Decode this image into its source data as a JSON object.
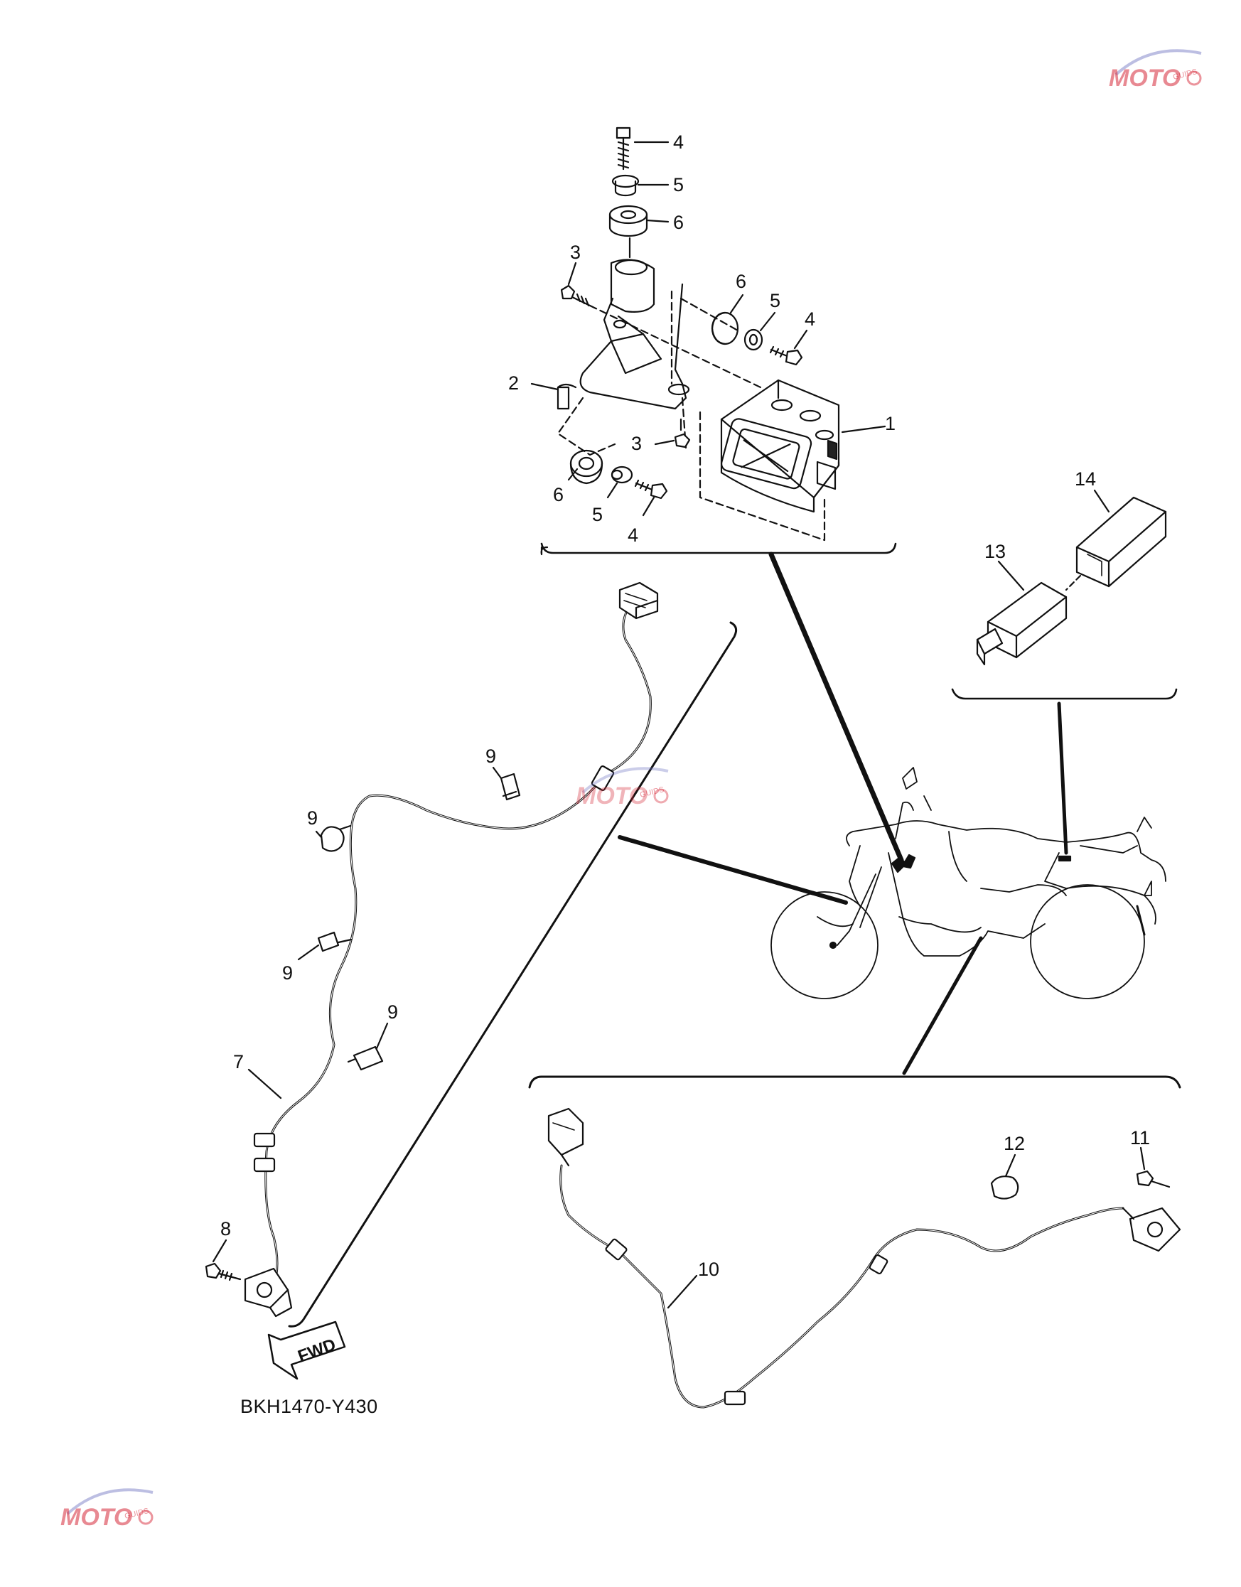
{
  "diagram": {
    "code": "BKH1470-Y430",
    "fwd_label": "FWD",
    "callouts": [
      {
        "id": "c4a",
        "label": "4"
      },
      {
        "id": "c5a",
        "label": "5"
      },
      {
        "id": "c6a",
        "label": "6"
      },
      {
        "id": "c3a",
        "label": "3"
      },
      {
        "id": "c6b",
        "label": "6"
      },
      {
        "id": "c5b",
        "label": "5"
      },
      {
        "id": "c4b",
        "label": "4"
      },
      {
        "id": "c2",
        "label": "2"
      },
      {
        "id": "c1",
        "label": "1"
      },
      {
        "id": "c3b",
        "label": "3"
      },
      {
        "id": "c6c",
        "label": "6"
      },
      {
        "id": "c5c",
        "label": "5"
      },
      {
        "id": "c4c",
        "label": "4"
      },
      {
        "id": "c14",
        "label": "14"
      },
      {
        "id": "c13",
        "label": "13"
      },
      {
        "id": "c9a",
        "label": "9"
      },
      {
        "id": "c9b",
        "label": "9"
      },
      {
        "id": "c9c",
        "label": "9"
      },
      {
        "id": "c9d",
        "label": "9"
      },
      {
        "id": "c7",
        "label": "7"
      },
      {
        "id": "c8",
        "label": "8"
      },
      {
        "id": "c10",
        "label": "10"
      },
      {
        "id": "c12",
        "label": "12"
      },
      {
        "id": "c11",
        "label": "11"
      }
    ]
  },
  "watermarks": [
    {
      "text": "MOTO",
      "sub": "GUIDS"
    },
    {
      "text": "MOTO",
      "sub": "GUIDS"
    },
    {
      "text": "MOTO",
      "sub": "GUIDS"
    }
  ]
}
